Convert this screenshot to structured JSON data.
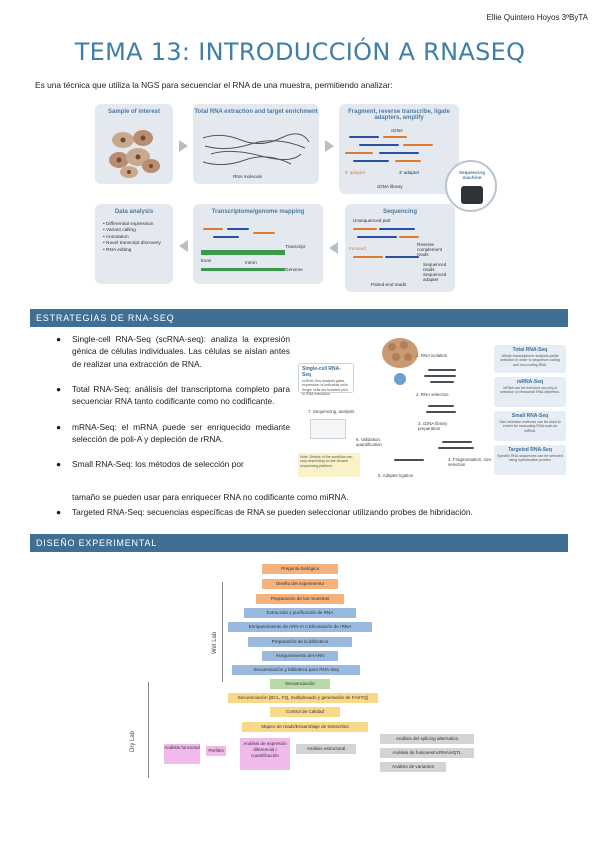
{
  "header": {
    "author": "Ellie Quintero Hoyos 3ºByTA",
    "title": "TEMA 13: INTRODUCCIÓN A RNASEQ",
    "intro": "Es una técnica que utiliza la NGS para secuenciar el RNA de una muestra, permitiendo analizar:"
  },
  "workflow": {
    "sample": "Sample of interest",
    "extraction": "Total RNA extraction and target enrichment",
    "rna_molecule": "RNA molecule",
    "fragment": "Fragment, reverse transcribe, ligate adapters, amplify",
    "cdna": "cDNA",
    "adapter5": "5' adapter",
    "adapter3": "3' adapter",
    "cdna_library": "cDNA library",
    "sequencing_machine": "Sequencing machine",
    "sequencing": "Sequencing",
    "unsequenced": "Unsequenced part",
    "forward": "Forward",
    "reverse": "Reverse complement reads",
    "sequenced_reads": "Sequenced reads",
    "sequenced_adapter": "Sequenced adapter",
    "paired_end": "Paired-end reads",
    "mapping": "Transcriptome/genome mapping",
    "transcript": "Transcript",
    "exon": "Exon",
    "intron": "Intron",
    "genome": "Genome",
    "data_analysis": "Data analysis",
    "analysis_items": [
      "Differential expression",
      "Variant calling",
      "Annotation",
      "Novel transcript discovery",
      "RNA editing"
    ]
  },
  "sections": {
    "strategies": "ESTRATEGIAS DE RNA-SEQ",
    "design": "DISEÑO EXPERIMENTAL"
  },
  "strategies": {
    "items": [
      "Single-cell RNA-Seq (scRNA-seq): analiza la expresión génica de células individuales. Las células se aíslan antes de realizar una extracción de RNA.",
      "Total RNA-Seq: análisis del transcriptoma completo para secuenciar RNA tanto codificante como no codificante.",
      "mRNA-Seq: el mRNA puede ser enriquecido mediante selección de poli-A y depleción de rRNA.",
      "Small RNA-Seq: los métodos de selección por"
    ],
    "small_cont": "tamaño se pueden usar para enriquecer RNA no codificante como miRNA.",
    "targeted": "Targeted RNA-Seq: secuencias específicas de RNA se pueden seleccionar utilizando probes de hibridación."
  },
  "sc_figure": {
    "single_cell_title": "Single-cell RNA-Seq",
    "single_cell_text": "scRNA-Seq analysis gains expression of individual cells. Single cells are isolated prior to RNA extraction.",
    "step1": "1. RNA isolation",
    "step2": "2. RNA selection",
    "step3": "3. cDNA library preparation",
    "step4": "4. Fragmentation, size selection",
    "step5": "5. Adapter ligation",
    "step6": "6. Validation, quantification",
    "step7": "7. Sequencing, analysis",
    "note": "Note: Details of the workflow can vary depending on the chosen sequencing platform.",
    "total_title": "Total RNA-Seq",
    "total_text": "Whole transcriptome analysis yields selection in order to sequence coding and non-coding RNA.",
    "mrna_title": "mRNA-Seq",
    "mrna_text": "mRNA can be enriched via poly-A selection or ribosomal RNA depletion.",
    "small_title": "Small RNA-Seq",
    "small_text": "Size selection methods can be used to enrich for noncoding RNA such as miRNA.",
    "targeted_title": "Targeted RNA-Seq",
    "targeted_text": "Specific RNA sequences can be selected using hybridization probes."
  },
  "design_diagram": {
    "wet_lab": "Wet Lab",
    "dry_lab": "Dry Lab",
    "boxes": [
      "Pregunta biológica",
      "Diseño del experimento",
      "Preparación de las muestras",
      "Extracción y purificación de RNA",
      "Enriquecimiento de ARN m o Eliminación de rRNA",
      "Preparación de la biblioteca",
      "Aseguramiento del ARN",
      "Secuenciación y biblioteca para RNA-Seq",
      "Secuenciación",
      "Secuenciación (BCL, FQ, multiplexado y generación de FASTQ)",
      "Control de Calidad",
      "Mapeo de reads/Ensamblaje de transcritos",
      "Análisis funcional",
      "Perfiles",
      "Análisis de expresión diferencial / cuantificación",
      "Análisis estructural",
      "Análisis del splicing alternativo",
      "Análisis de fusiones/ncRNA/eQTL",
      "Análisis de variantes"
    ]
  }
}
